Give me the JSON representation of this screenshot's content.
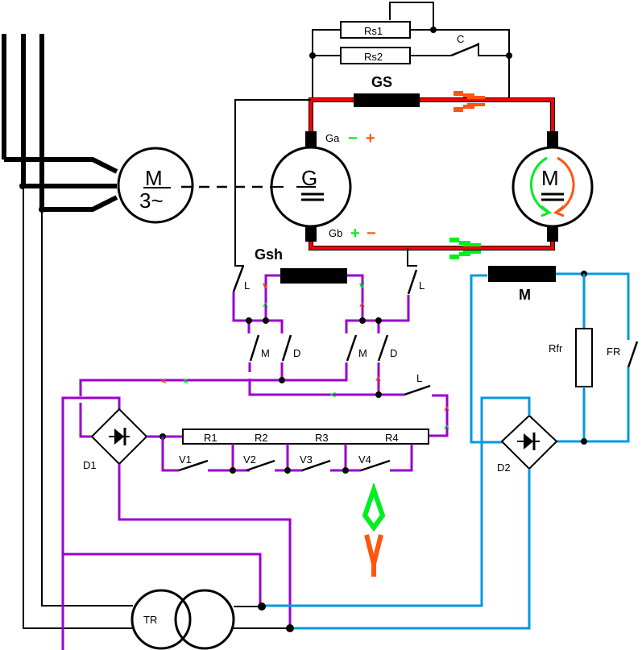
{
  "diagram": {
    "title": "Ward Leonard drive schematic",
    "colors": {
      "armature_loop": "#ff0000",
      "field_circuit": "#9900cc",
      "motor_field_circuit": "#0099dd",
      "wire": "#000000",
      "arrow_green": "#00ee22",
      "arrow_orange": "#ff5511"
    },
    "labels": {
      "rs1": "Rs1",
      "rs2": "Rs2",
      "c": "C",
      "gs": "GS",
      "ga": "Ga",
      "gb": "Gb",
      "ga_pol_green": "−",
      "ga_pol_orange": "+",
      "gb_pol_green": "+",
      "gb_pol_orange": "−",
      "gsh": "Gsh",
      "m_field": "M",
      "rfr": "Rfr",
      "fr": "FR",
      "d1": "D1",
      "d2": "D2",
      "tr": "TR",
      "l_left": "L",
      "l_right": "L",
      "l_bottom": "L",
      "m_left": "M",
      "d_left": "D",
      "m_right": "M",
      "d_right": "D",
      "r1": "R1",
      "r2": "R2",
      "r3": "R3",
      "r4": "R4",
      "v1": "V1",
      "v2": "V2",
      "v3": "V3",
      "v4": "V4"
    },
    "machines": {
      "induction_motor": {
        "letter": "M",
        "subscript": "3~"
      },
      "generator": {
        "letter": "G",
        "subscript": "="
      },
      "dc_motor": {
        "letter": "M",
        "subscript": "="
      }
    },
    "icons": [
      "rectifier-bridge-icon",
      "transformer-icon",
      "rotation-arrow-icon",
      "current-direction-arrow-icon"
    ]
  }
}
